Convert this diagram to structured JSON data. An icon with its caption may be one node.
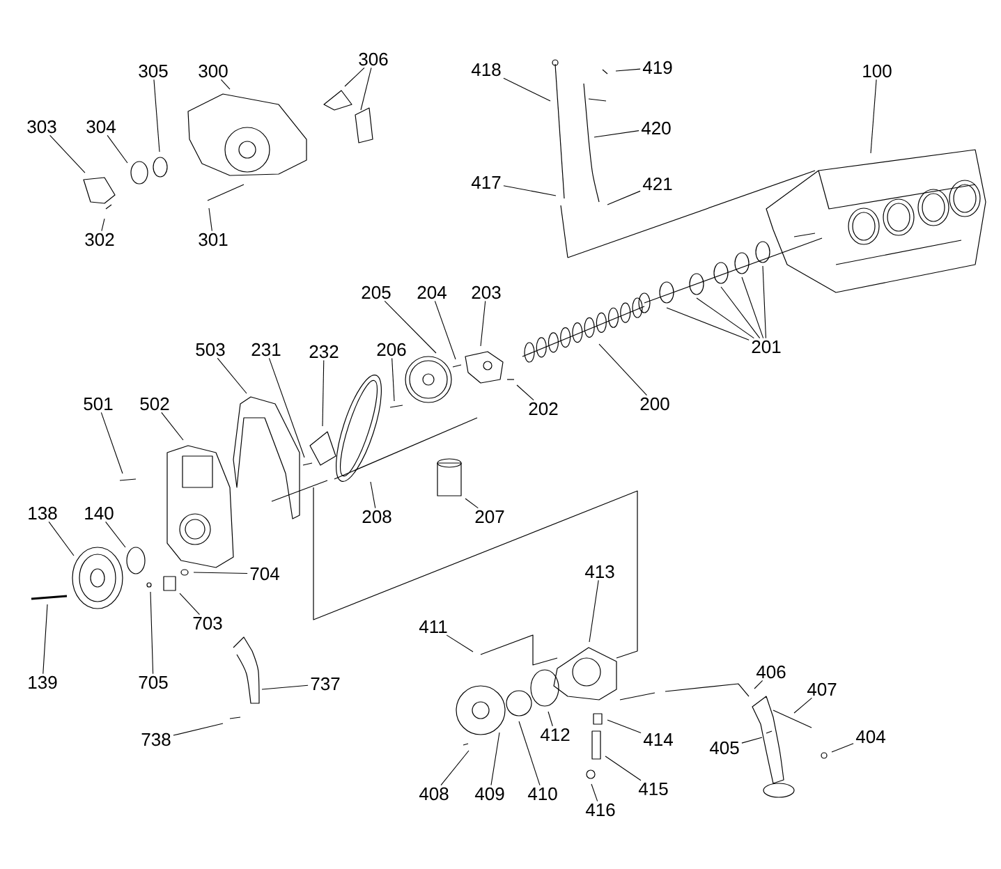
{
  "diagram": {
    "nodes": [
      {
        "text": [
          "303"
        ]
      },
      {
        "text": [
          "304"
        ]
      },
      {
        "text": [
          "305"
        ]
      },
      {
        "text": [
          "300"
        ]
      },
      {
        "text": [
          "306"
        ]
      },
      {
        "text": [
          "418"
        ]
      },
      {
        "text": [
          "419"
        ]
      },
      {
        "text": [
          "100"
        ]
      },
      {
        "text": [
          "420"
        ]
      },
      {
        "text": [
          "417"
        ]
      },
      {
        "text": [
          "421"
        ]
      },
      {
        "text": [
          "302"
        ]
      },
      {
        "text": [
          "301"
        ]
      },
      {
        "text": [
          "205"
        ]
      },
      {
        "text": [
          "204"
        ]
      },
      {
        "text": [
          "203"
        ]
      },
      {
        "text": [
          "201"
        ]
      },
      {
        "text": [
          "206"
        ]
      },
      {
        "text": [
          "503"
        ]
      },
      {
        "text": [
          "231"
        ]
      },
      {
        "text": [
          "232"
        ]
      },
      {
        "text": [
          "200"
        ]
      },
      {
        "text": [
          "202"
        ]
      },
      {
        "text": [
          "501"
        ]
      },
      {
        "text": [
          "502"
        ]
      },
      {
        "text": [
          "138"
        ]
      },
      {
        "text": [
          "140"
        ]
      },
      {
        "text": [
          "208"
        ]
      },
      {
        "text": [
          "207"
        ]
      },
      {
        "text": [
          "413"
        ]
      },
      {
        "text": [
          "704"
        ]
      },
      {
        "text": [
          "703"
        ]
      },
      {
        "text": [
          "411"
        ]
      },
      {
        "text": [
          "406"
        ]
      },
      {
        "text": [
          "139"
        ]
      },
      {
        "text": [
          "705"
        ]
      },
      {
        "text": [
          "737"
        ]
      },
      {
        "text": [
          "407"
        ]
      },
      {
        "text": [
          "412"
        ]
      },
      {
        "text": [
          "414"
        ]
      },
      {
        "text": [
          "738"
        ]
      },
      {
        "text": [
          "404"
        ]
      },
      {
        "text": [
          "405"
        ]
      },
      {
        "text": [
          "415"
        ]
      },
      {
        "text": [
          "408"
        ]
      },
      {
        "text": [
          "409"
        ]
      },
      {
        "text": [
          "410"
        ]
      },
      {
        "text": [
          "416"
        ]
      }
    ],
    "edges": [
      {
        "from": 0,
        "to": null,
        "arrow": "none"
      },
      {
        "from": 1,
        "to": null,
        "arrow": "none"
      },
      {
        "from": 2,
        "to": null,
        "arrow": "none"
      },
      {
        "from": 3,
        "to": null,
        "arrow": "none"
      },
      {
        "from": 4,
        "to": null,
        "arrow": "none"
      },
      {
        "from": 4,
        "to": null,
        "arrow": "none"
      },
      {
        "from": 5,
        "to": null,
        "arrow": "none"
      },
      {
        "from": 6,
        "to": null,
        "arrow": "none"
      },
      {
        "from": 7,
        "to": null,
        "arrow": "none"
      },
      {
        "from": 8,
        "to": null,
        "arrow": "none"
      },
      {
        "from": 9,
        "to": null,
        "arrow": "none"
      },
      {
        "from": 10,
        "to": null,
        "arrow": "none"
      },
      {
        "from": 11,
        "to": null,
        "arrow": "none"
      },
      {
        "from": 12,
        "to": null,
        "arrow": "none"
      },
      {
        "from": 13,
        "to": null,
        "arrow": "none"
      },
      {
        "from": 14,
        "to": null,
        "arrow": "none"
      },
      {
        "from": 15,
        "to": null,
        "arrow": "none"
      },
      {
        "from": 16,
        "to": null,
        "arrow": "none"
      },
      {
        "from": 16,
        "to": null,
        "arrow": "none"
      },
      {
        "from": 16,
        "to": null,
        "arrow": "none"
      },
      {
        "from": 16,
        "to": null,
        "arrow": "none"
      },
      {
        "from": 16,
        "to": null,
        "arrow": "none"
      },
      {
        "from": 17,
        "to": null,
        "arrow": "none"
      },
      {
        "from": 18,
        "to": null,
        "arrow": "none"
      },
      {
        "from": 19,
        "to": null,
        "arrow": "none"
      },
      {
        "from": 20,
        "to": null,
        "arrow": "none"
      },
      {
        "from": 21,
        "to": null,
        "arrow": "none"
      },
      {
        "from": 22,
        "to": null,
        "arrow": "none"
      },
      {
        "from": 23,
        "to": null,
        "arrow": "none"
      },
      {
        "from": 24,
        "to": null,
        "arrow": "none"
      },
      {
        "from": 25,
        "to": null,
        "arrow": "none"
      },
      {
        "from": 26,
        "to": null,
        "arrow": "none"
      },
      {
        "from": 27,
        "to": null,
        "arrow": "none"
      },
      {
        "from": 28,
        "to": null,
        "arrow": "none"
      },
      {
        "from": 29,
        "to": null,
        "arrow": "none"
      },
      {
        "from": 30,
        "to": null,
        "arrow": "none"
      },
      {
        "from": 31,
        "to": null,
        "arrow": "none"
      },
      {
        "from": 32,
        "to": null,
        "arrow": "none"
      },
      {
        "from": 33,
        "to": null,
        "arrow": "none"
      },
      {
        "from": 34,
        "to": null,
        "arrow": "none"
      },
      {
        "from": 35,
        "to": null,
        "arrow": "none"
      },
      {
        "from": 36,
        "to": null,
        "arrow": "none"
      },
      {
        "from": 37,
        "to": null,
        "arrow": "none"
      },
      {
        "from": 38,
        "to": null,
        "arrow": "none"
      },
      {
        "from": 39,
        "to": null,
        "arrow": "none"
      },
      {
        "from": 40,
        "to": null,
        "arrow": "none"
      },
      {
        "from": 41,
        "to": null,
        "arrow": "none"
      },
      {
        "from": 42,
        "to": null,
        "arrow": "none"
      },
      {
        "from": 43,
        "to": null,
        "arrow": "none"
      },
      {
        "from": 44,
        "to": null,
        "arrow": "none"
      },
      {
        "from": 45,
        "to": null,
        "arrow": "none"
      },
      {
        "from": 46,
        "to": null,
        "arrow": "none"
      },
      {
        "from": 47,
        "to": null,
        "arrow": "none"
      }
    ]
  }
}
